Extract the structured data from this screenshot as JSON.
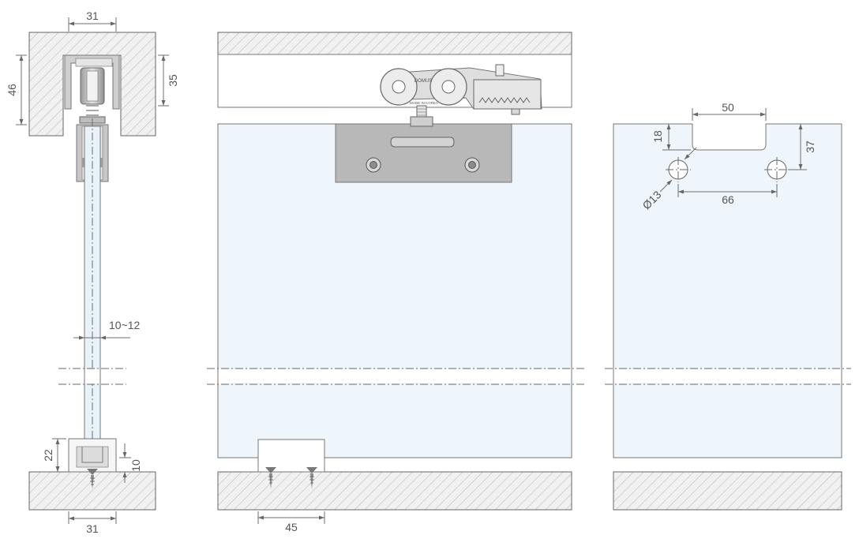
{
  "colors": {
    "glass": "#eef6fb",
    "concrete_hatch": "#bdbdbd",
    "hardware": "#c9c9c9",
    "plate": "#b6b6b6",
    "line": "#666666"
  },
  "side_view": {
    "width_top": "31",
    "height_track": "46",
    "height_roller": "35",
    "glass_thickness": "10~12",
    "guide_height": "22",
    "guide_depth": "10",
    "width_bottom": "31"
  },
  "front_view": {
    "brand_label": "DOMUS",
    "origin_label": "MADE IN KOREA",
    "floor_guide_width": "45"
  },
  "glass_view": {
    "notch_width": "50",
    "notch_depth": "18",
    "hole_center_depth": "37",
    "hole_spacing": "66",
    "hole_diameter": "Ø13"
  }
}
